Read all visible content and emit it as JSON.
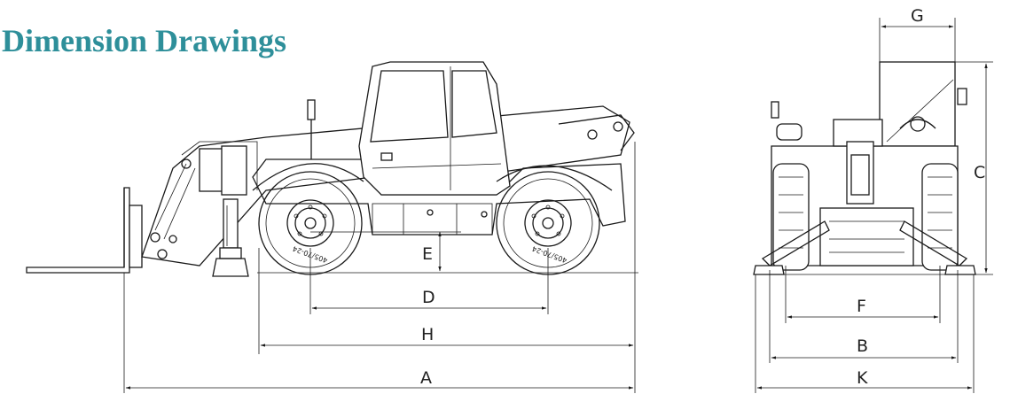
{
  "title": "Dimension Drawings",
  "dimensions": {
    "A": "A",
    "B": "B",
    "C": "C",
    "D": "D",
    "E": "E",
    "F": "F",
    "G": "G",
    "H": "H",
    "K": "K"
  },
  "tire_marking": "405/70-24"
}
